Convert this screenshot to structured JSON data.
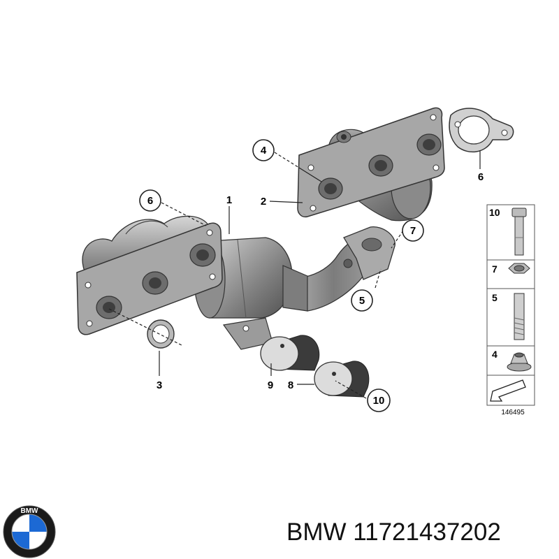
{
  "callouts": {
    "c1": "1",
    "c2": "2",
    "c3": "3",
    "c4": "4",
    "c5": "5",
    "c6_left": "6",
    "c6_right": "6",
    "c7": "7",
    "c8": "8",
    "c9": "9",
    "c10": "10"
  },
  "legend": {
    "items": [
      "10",
      "7",
      "5",
      "4"
    ],
    "reference_code": "146495"
  },
  "footer": {
    "part_number": "BMW 11721437202",
    "logo_letters": "BMW"
  },
  "colors": {
    "metal_dark": "#6f6f6f",
    "metal_mid": "#9a9a9a",
    "metal_light": "#c8c8c8",
    "logo_blue": "#1c69d4",
    "logo_ring": "#1a1a1a"
  }
}
